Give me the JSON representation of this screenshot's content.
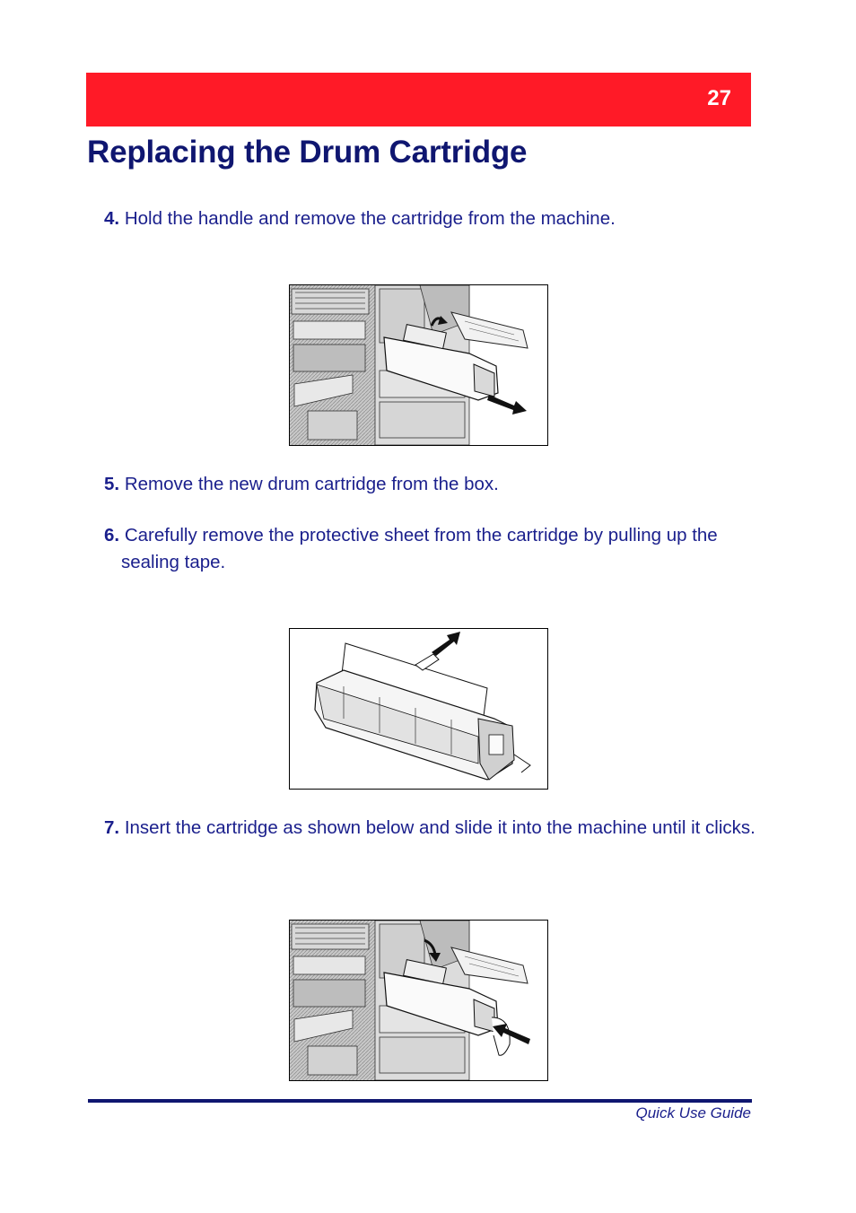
{
  "header": {
    "page_number": "27",
    "accent_color": "#ff1a27"
  },
  "title": "Replacing the Drum Cartridge",
  "steps": [
    {
      "number": "4.",
      "text": "Hold the handle and remove the cartridge from the machine."
    },
    {
      "number": "5.",
      "text": "Remove the new drum cartridge from the box."
    },
    {
      "number": "6.",
      "text": "Carefully remove the protective sheet from the cartridge by pulling up the sealing tape."
    },
    {
      "number": "7.",
      "text": "Insert the cartridge as shown below and slide it into the machine until it clicks."
    }
  ],
  "figures": [
    {
      "icon": "drum-removal-illustration"
    },
    {
      "icon": "protective-sheet-illustration"
    },
    {
      "icon": "drum-insertion-illustration"
    }
  ],
  "footer": {
    "text": "Quick Use Guide",
    "rule_color": "#0f1670"
  }
}
